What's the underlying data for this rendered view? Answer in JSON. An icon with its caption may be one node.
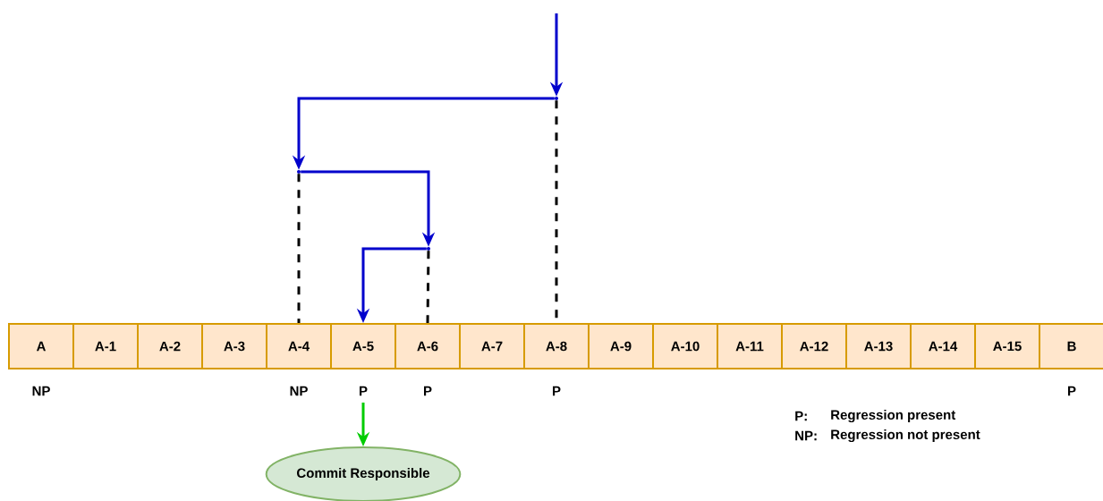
{
  "diagram": {
    "nodes": [
      {
        "text": [
          "A"
        ],
        "beside": [
          "NP"
        ]
      },
      {
        "text": [
          "A-1"
        ]
      },
      {
        "text": [
          "A-2"
        ]
      },
      {
        "text": [
          "A-3"
        ]
      },
      {
        "text": [
          "A-4"
        ],
        "beside": [
          "NP"
        ]
      },
      {
        "text": [
          "A-5"
        ],
        "beside": [
          "P"
        ]
      },
      {
        "text": [
          "A-6"
        ],
        "beside": [
          "P"
        ]
      },
      {
        "text": [
          "A-7"
        ]
      },
      {
        "text": [
          "A-8"
        ],
        "beside": [
          "P"
        ]
      },
      {
        "text": [
          "A-9"
        ]
      },
      {
        "text": [
          "A-10"
        ]
      },
      {
        "text": [
          "A-11"
        ]
      },
      {
        "text": [
          "A-12"
        ]
      },
      {
        "text": [
          "A-13"
        ]
      },
      {
        "text": [
          "A-14"
        ]
      },
      {
        "text": [
          "A-15"
        ]
      },
      {
        "text": [
          "B"
        ],
        "beside": [
          "P"
        ]
      },
      {
        "text": [
          "Commit Responsible"
        ]
      },
      {
        "text": [],
        "shape": "circle"
      },
      {
        "text": [],
        "shape": "circle"
      },
      {
        "text": [],
        "shape": "circle"
      }
    ],
    "edges": [
      {
        "from": null,
        "to": 18,
        "arrow": "to"
      },
      {
        "from": 18,
        "to": 19,
        "arrow": "to"
      },
      {
        "from": 19,
        "to": 20,
        "arrow": "to"
      },
      {
        "from": 20,
        "to": 5,
        "arrow": "to"
      },
      {
        "from": 5,
        "to": 17,
        "arrow": "to",
        "color": "#00cc00"
      },
      {
        "from": 18,
        "to": 8,
        "arrow": "none",
        "style": "dashed",
        "color": "#000000"
      },
      {
        "from": 19,
        "to": 4,
        "arrow": "none",
        "style": "dashed",
        "color": "#000000"
      },
      {
        "from": 20,
        "to": 6,
        "arrow": "none",
        "style": "dashed",
        "color": "#000000"
      }
    ],
    "labels": [
      "P:",
      "Regression present",
      "NP:",
      "Regression not present"
    ]
  }
}
